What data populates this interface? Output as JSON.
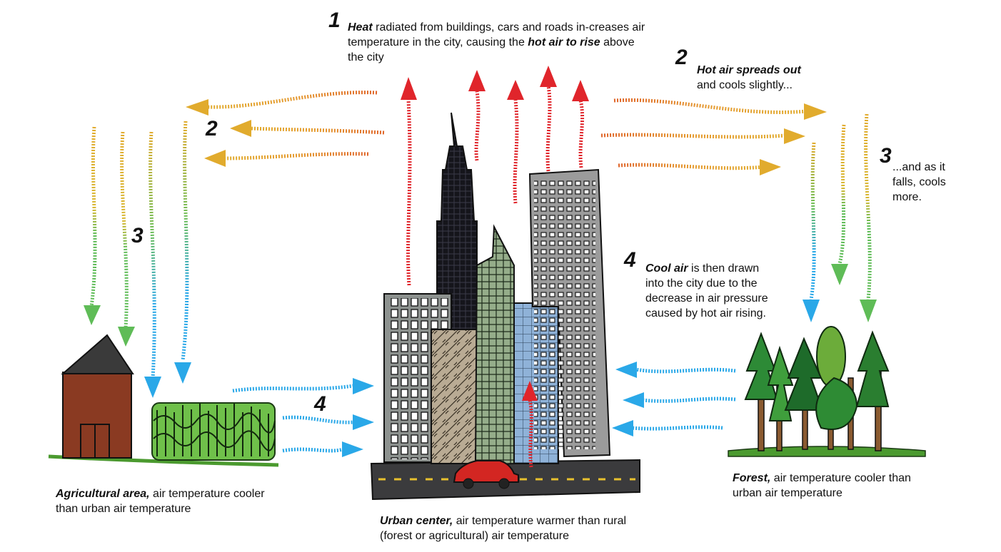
{
  "colors": {
    "hot_red": "#e0252b",
    "hot_orange": "#e0662a",
    "warm_yellow": "#e1ab2d",
    "cool_green": "#5fbc57",
    "cool_blue": "#2aa8e8"
  },
  "step1": {
    "number": "1",
    "bold1": "Heat",
    "text1": " radiated from buildings, cars and roads in-creases air temperature in the city, causing the ",
    "bold2": "hot air to rise",
    "text2": " above the city"
  },
  "step2_right": {
    "number": "2",
    "bold": "Hot air spreads out",
    "text": "and cools slightly..."
  },
  "step2_left": {
    "number": "2"
  },
  "step3_right": {
    "number": "3",
    "text": "...and as it falls, cools more."
  },
  "step3_left": {
    "number": "3"
  },
  "step4_right": {
    "number": "4",
    "bold": "Cool air",
    "text": " is then drawn into the city due to the decrease in air pressure caused by hot air rising."
  },
  "step4_left": {
    "number": "4"
  },
  "captions": {
    "agricultural": {
      "bold": "Agricultural area,",
      "text": " air temperature cooler than urban air temperature"
    },
    "urban": {
      "bold": "Urban center,",
      "text": " air temperature warmer than rural (forest or agricultural) air temperature"
    },
    "forest": {
      "bold": "Forest,",
      "text": " air temperature cooler than urban air temperature"
    }
  }
}
